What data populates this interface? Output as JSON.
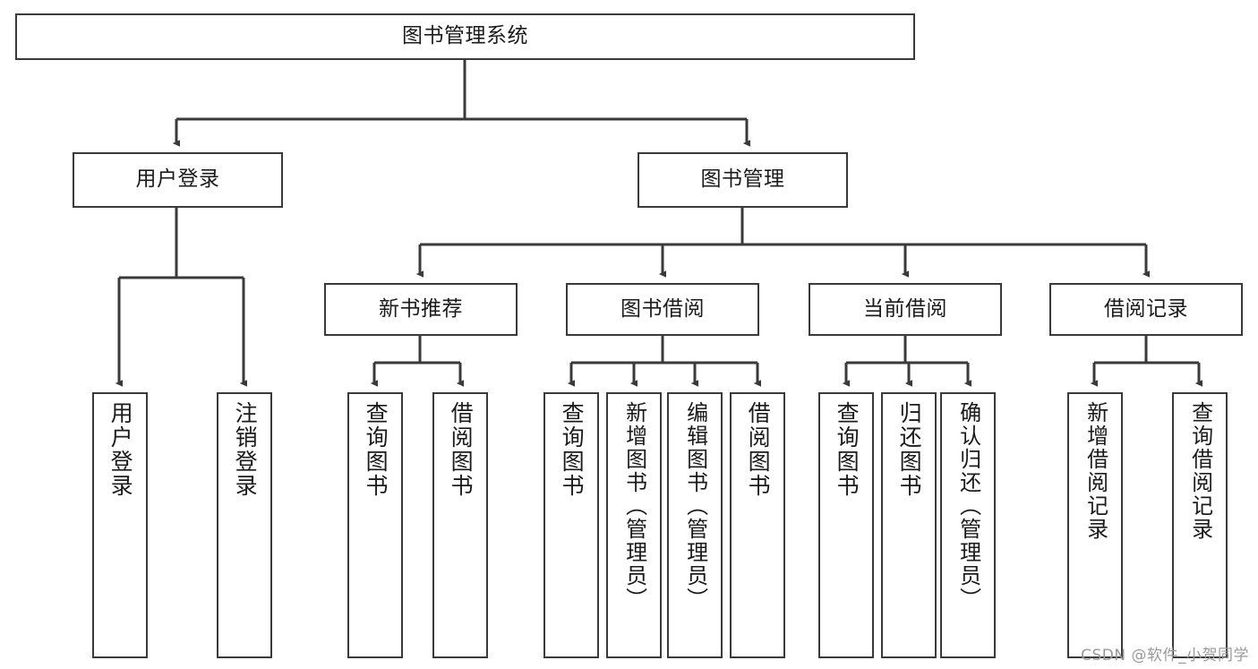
{
  "diagram": {
    "title": "图书管理系统",
    "type": "tree-hierarchy",
    "root": {
      "id": "root",
      "label": "图书管理系统"
    },
    "level2": [
      {
        "id": "user-login",
        "label": "用户登录"
      },
      {
        "id": "book-manage",
        "label": "图书管理"
      }
    ],
    "level3": [
      {
        "id": "new-book-recommend",
        "label": "新书推荐",
        "parent": "book-manage"
      },
      {
        "id": "book-borrow",
        "label": "图书借阅",
        "parent": "book-manage"
      },
      {
        "id": "current-borrow",
        "label": "当前借阅",
        "parent": "book-manage"
      },
      {
        "id": "borrow-record",
        "label": "借阅记录",
        "parent": "book-manage"
      }
    ],
    "leaves": [
      {
        "id": "leaf-user-login",
        "label": "用户登录",
        "parent": "user-login"
      },
      {
        "id": "leaf-logout-login",
        "label": "注销登录",
        "parent": "user-login"
      },
      {
        "id": "leaf-query-book-1",
        "label": "查询图书",
        "parent": "new-book-recommend"
      },
      {
        "id": "leaf-borrow-book-1",
        "label": "借阅图书",
        "parent": "new-book-recommend"
      },
      {
        "id": "leaf-query-book-2",
        "label": "查询图书",
        "parent": "book-borrow"
      },
      {
        "id": "leaf-add-book-admin",
        "label": "新增图书（管理员）",
        "parent": "book-borrow"
      },
      {
        "id": "leaf-edit-book-admin",
        "label": "编辑图书（管理员）",
        "parent": "book-borrow"
      },
      {
        "id": "leaf-borrow-book-2",
        "label": "借阅图书",
        "parent": "book-borrow"
      },
      {
        "id": "leaf-query-book-3",
        "label": "查询图书",
        "parent": "current-borrow"
      },
      {
        "id": "leaf-return-book",
        "label": "归还图书",
        "parent": "current-borrow"
      },
      {
        "id": "leaf-confirm-return-admin",
        "label": "确认归还（管理员）",
        "parent": "current-borrow"
      },
      {
        "id": "leaf-add-borrow-record",
        "label": "新增借阅记录",
        "parent": "borrow-record"
      },
      {
        "id": "leaf-query-borrow-record",
        "label": "查询借阅记录",
        "parent": "borrow-record"
      }
    ]
  },
  "watermark": {
    "text": "CSDN @软件_小贺同学"
  },
  "colors": {
    "stroke": "#3a3a3a",
    "fill": "#ffffff",
    "text": "#1b1b1b",
    "watermark": "#9a9a9a"
  }
}
